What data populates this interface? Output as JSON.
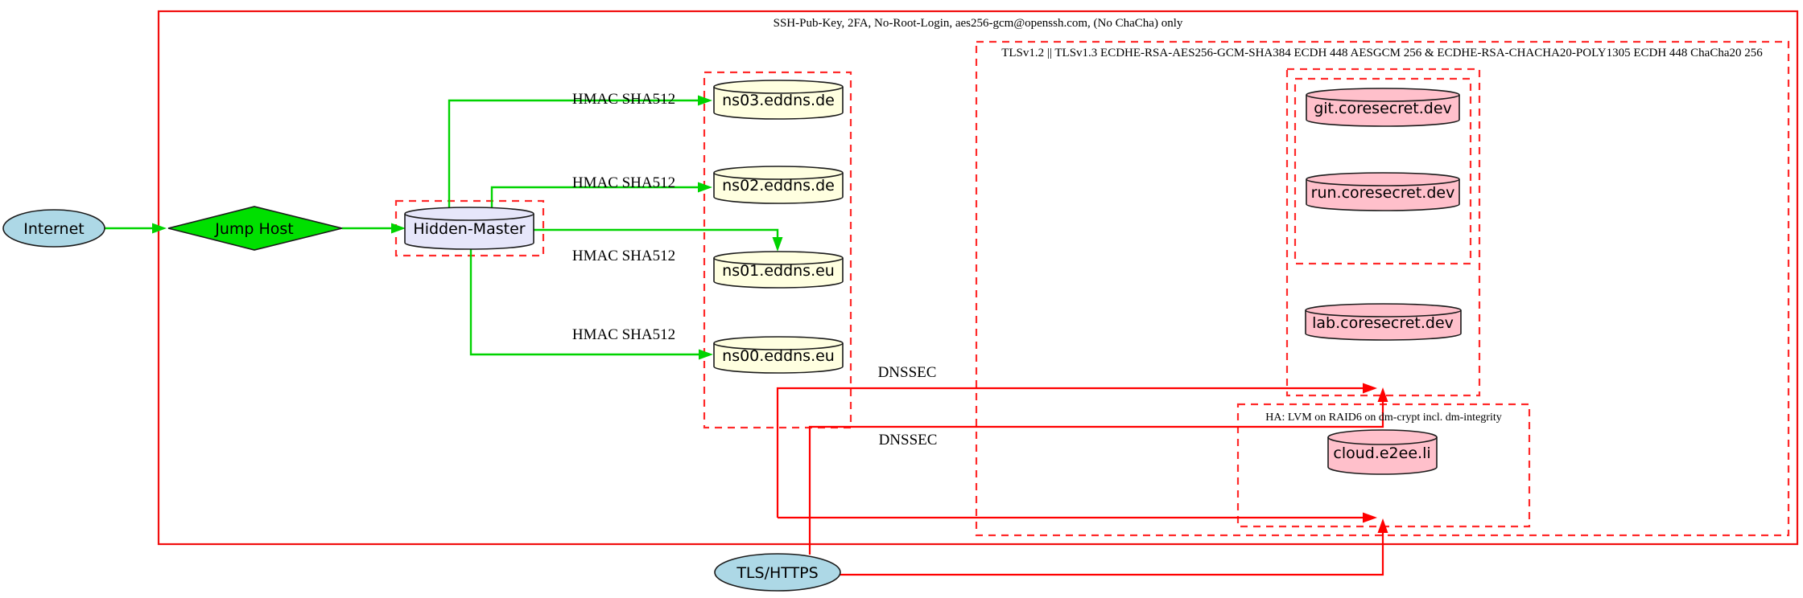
{
  "diagram": {
    "clusters": {
      "ssh": {
        "label": "SSH-Pub-Key, 2FA, No-Root-Login, aes256-gcm@openssh.com, (No ChaCha) only"
      },
      "tls": {
        "label": "TLSv1.2 || TLSv1.3 ECDHE-RSA-AES256-GCM-SHA384 ECDH 448 AESGCM 256 & ECDHE-RSA-CHACHA20-POLY1305 ECDH 448 ChaCha20 256"
      },
      "ha": {
        "label": "HA: LVM on RAID6 on dm-crypt incl. dm-integrity"
      }
    },
    "nodes": {
      "internet": {
        "label": "Internet"
      },
      "jump_host": {
        "label": "Jump Host"
      },
      "hidden_master": {
        "label": "Hidden-Master"
      },
      "ns03": {
        "label": "ns03.eddns.de"
      },
      "ns02": {
        "label": "ns02.eddns.de"
      },
      "ns01": {
        "label": "ns01.eddns.eu"
      },
      "ns00": {
        "label": "ns00.eddns.eu"
      },
      "git": {
        "label": "git.coresecret.dev"
      },
      "run": {
        "label": "run.coresecret.dev"
      },
      "lab": {
        "label": "lab.coresecret.dev"
      },
      "cloud": {
        "label": "cloud.e2ee.li"
      },
      "tls_https": {
        "label": "TLS/HTTPS"
      }
    },
    "edge_labels": {
      "hmac": "HMAC SHA512",
      "dnssec": "DNSSEC"
    },
    "colors": {
      "node_blue": "#add8e6",
      "node_green": "#00e000",
      "node_lavender": "#e6e6fa",
      "node_yellow": "#ffffe0",
      "node_pink": "#ffc0cb",
      "edge_green": "#00d300",
      "edge_red": "#ff0000",
      "box_red": "#ff2a2a",
      "box_red_solid": "#f10e0e"
    }
  }
}
